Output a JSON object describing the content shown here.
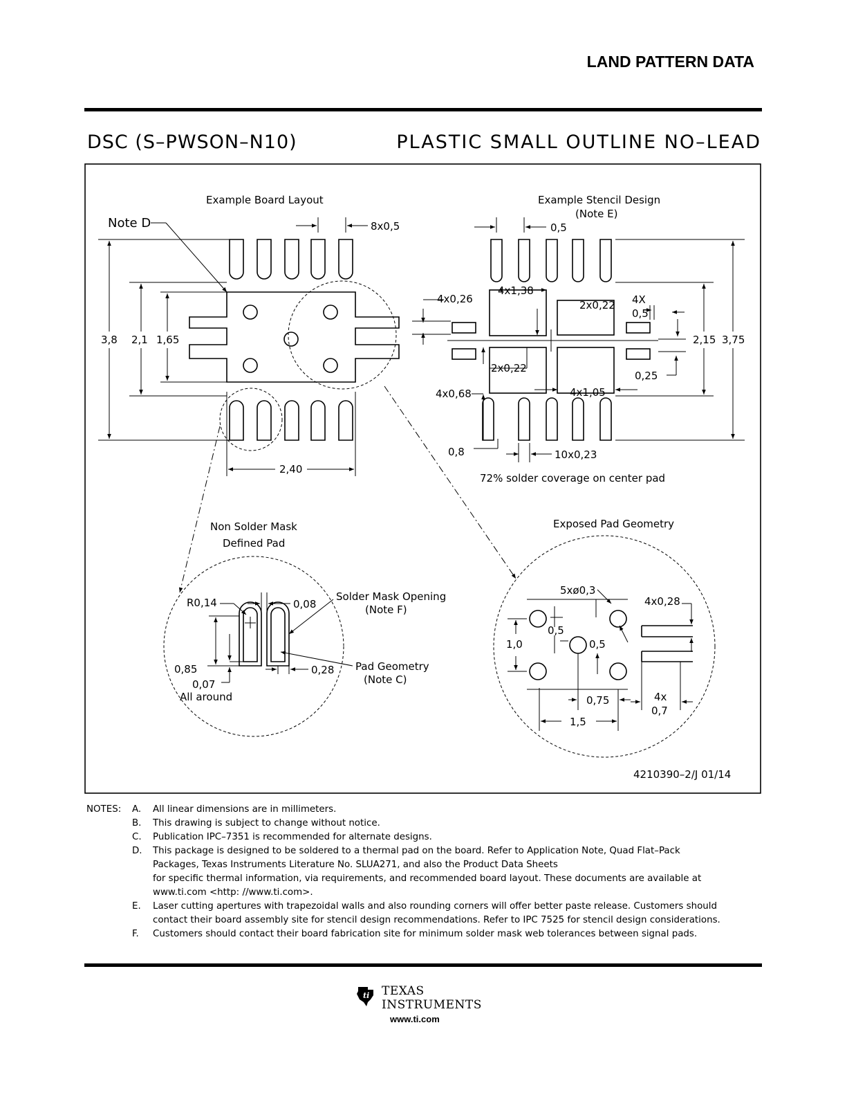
{
  "header": {
    "section_title": "LAND PATTERN DATA"
  },
  "title": {
    "package_code": "DSC (S–PWSON–N10)",
    "package_name": "PLASTIC SMALL OUTLINE NO–LEAD"
  },
  "drawing": {
    "board_layout_title": "Example Board Layout",
    "stencil_title": "Example Stencil Design",
    "stencil_note": "(Note E)",
    "note_d": "Note D",
    "dim_8x05": "8x0,5",
    "dim_38": "3,8",
    "dim_21": "2,1",
    "dim_165": "1,65",
    "dim_240": "2,40",
    "dim_05_top": "0,5",
    "dim_4x026": "4x0,26",
    "dim_4x138": "4x1,38",
    "dim_2x022_a": "2x0,22",
    "dim_4x": "4X",
    "dim_05_side": "0,5",
    "dim_215": "2,15",
    "dim_375": "3,75",
    "dim_2x022_b": "2x0,22",
    "dim_025": "0,25",
    "dim_4x068": "4x0,68",
    "dim_4x105": "4x1,05",
    "dim_08": "0,8",
    "dim_10x023": "10x0,23",
    "coverage": "72% solder coverage on center pad",
    "nsmd_title_1": "Non Solder Mask",
    "nsmd_title_2": "Defined Pad",
    "exposed_title": "Exposed Pad Geometry",
    "r014": "R0,14",
    "dim_008": "0,08",
    "sm_opening_1": "Solder Mask Opening",
    "sm_opening_2": "(Note F)",
    "dim_085": "0,85",
    "dim_007": "0,07",
    "all_around": "All around",
    "dim_028": "0,28",
    "pad_geom_1": "Pad Geometry",
    "pad_geom_2": "(Note C)",
    "dim_5x03": "5xø0,3",
    "dim_4x028": "4x0,28",
    "dim_05_a": "0,5",
    "dim_10": "1,0",
    "dim_05_b": "0,5",
    "dim_075": "0,75",
    "dim_4x_b": "4x",
    "dim_07": "0,7",
    "dim_15": "1,5",
    "drawing_number": "4210390–2/J   01/14"
  },
  "notes": {
    "label": "NOTES:",
    "items": [
      {
        "letter": "A.",
        "lines": [
          "All linear dimensions are in millimeters."
        ]
      },
      {
        "letter": "B.",
        "lines": [
          "This drawing is subject to change without notice."
        ]
      },
      {
        "letter": "C.",
        "lines": [
          "Publication IPC–7351 is recommended for alternate designs."
        ]
      },
      {
        "letter": "D.",
        "lines": [
          "This package is designed to be soldered to a thermal pad on the board.  Refer to Application Note, Quad Flat–Pack",
          "Packages, Texas Instruments Literature No. SLUA271, and also the Product Data Sheets",
          "for specific thermal information, via requirements, and recommended board layout.  These documents are available at",
          "www.ti.com <http: //www.ti.com>."
        ]
      },
      {
        "letter": "E.",
        "lines": [
          "Laser cutting apertures with trapezoidal walls and also rounding corners will offer better paste release.  Customers should",
          "contact their board assembly site for stencil design recommendations.  Refer to IPC 7525 for stencil design considerations."
        ]
      },
      {
        "letter": "F.",
        "lines": [
          "Customers should contact their board fabrication site for minimum solder mask web tolerances between signal pads."
        ]
      }
    ]
  },
  "footer": {
    "logo_line1": "TEXAS",
    "logo_line2": "INSTRUMENTS",
    "url": "www.ti.com"
  }
}
